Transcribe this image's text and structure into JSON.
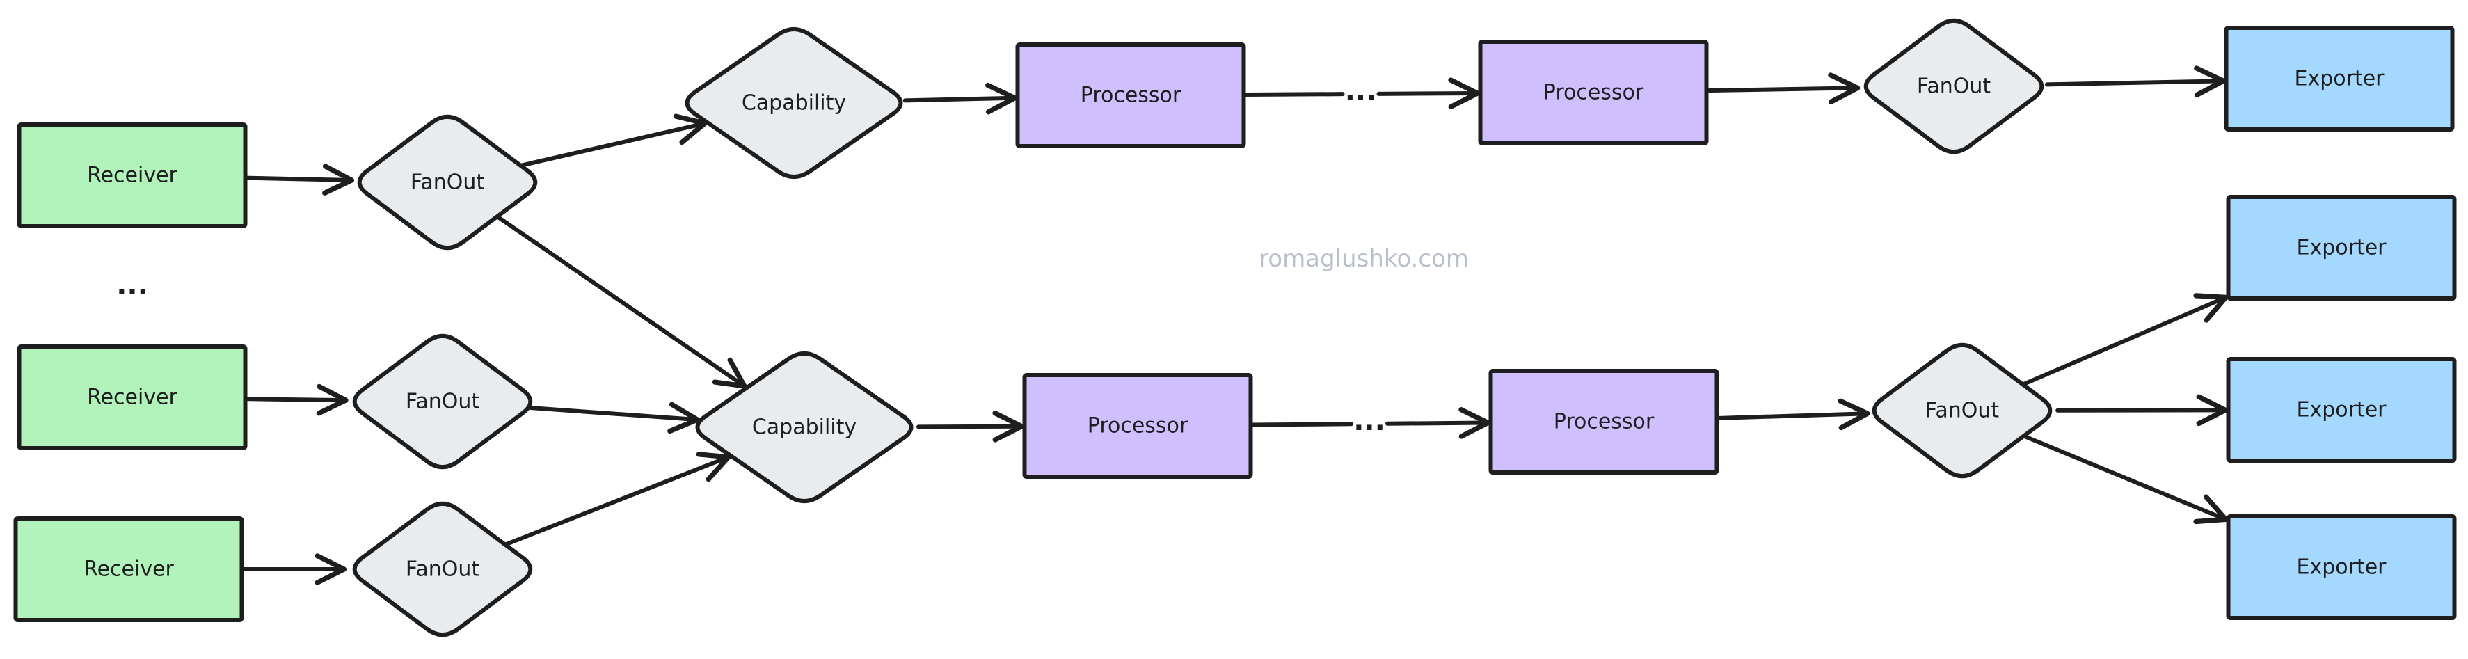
{
  "colors": {
    "receiver": "#b2f2bb",
    "fanout": "#e9ecef",
    "capability": "#e9ecef",
    "processor": "#d0bfff",
    "exporter": "#a5d8ff",
    "stroke": "#1e1e1e",
    "watermark": "#b9c0cb"
  },
  "labels": {
    "receiver": "Receiver",
    "fanout": "FanOut",
    "capability": "Capability",
    "processor": "Processor",
    "exporter": "Exporter",
    "ellipsis": "...",
    "ellipsis_inline": "..."
  },
  "watermark": "romaglushko.com",
  "nodes": [
    {
      "id": "receiver-1",
      "kind": "receiver"
    },
    {
      "id": "receiver-2",
      "kind": "receiver"
    },
    {
      "id": "receiver-3",
      "kind": "receiver"
    },
    {
      "id": "fanout-1",
      "kind": "fanout"
    },
    {
      "id": "fanout-2",
      "kind": "fanout"
    },
    {
      "id": "fanout-3",
      "kind": "fanout"
    },
    {
      "id": "capability-top",
      "kind": "capability"
    },
    {
      "id": "capability-bottom",
      "kind": "capability"
    },
    {
      "id": "processor-top-1",
      "kind": "processor"
    },
    {
      "id": "processor-top-2",
      "kind": "processor"
    },
    {
      "id": "processor-bottom-1",
      "kind": "processor"
    },
    {
      "id": "processor-bottom-2",
      "kind": "processor"
    },
    {
      "id": "fanout-top-out",
      "kind": "fanout"
    },
    {
      "id": "fanout-bottom-out",
      "kind": "fanout"
    },
    {
      "id": "exporter-top",
      "kind": "exporter"
    },
    {
      "id": "exporter-1",
      "kind": "exporter"
    },
    {
      "id": "exporter-2",
      "kind": "exporter"
    },
    {
      "id": "exporter-3",
      "kind": "exporter"
    }
  ],
  "edges": [
    {
      "from": "receiver-1",
      "to": "fanout-1"
    },
    {
      "from": "receiver-2",
      "to": "fanout-2"
    },
    {
      "from": "receiver-3",
      "to": "fanout-3"
    },
    {
      "from": "fanout-1",
      "to": "capability-top"
    },
    {
      "from": "fanout-1",
      "to": "capability-bottom"
    },
    {
      "from": "fanout-2",
      "to": "capability-bottom"
    },
    {
      "from": "fanout-3",
      "to": "capability-bottom"
    },
    {
      "from": "capability-top",
      "to": "processor-top-1"
    },
    {
      "from": "processor-top-1",
      "to": "processor-top-2",
      "via": "..."
    },
    {
      "from": "processor-top-2",
      "to": "fanout-top-out"
    },
    {
      "from": "fanout-top-out",
      "to": "exporter-top"
    },
    {
      "from": "capability-bottom",
      "to": "processor-bottom-1"
    },
    {
      "from": "processor-bottom-1",
      "to": "processor-bottom-2",
      "via": "..."
    },
    {
      "from": "processor-bottom-2",
      "to": "fanout-bottom-out"
    },
    {
      "from": "fanout-bottom-out",
      "to": "exporter-1"
    },
    {
      "from": "fanout-bottom-out",
      "to": "exporter-2"
    },
    {
      "from": "fanout-bottom-out",
      "to": "exporter-3"
    }
  ]
}
